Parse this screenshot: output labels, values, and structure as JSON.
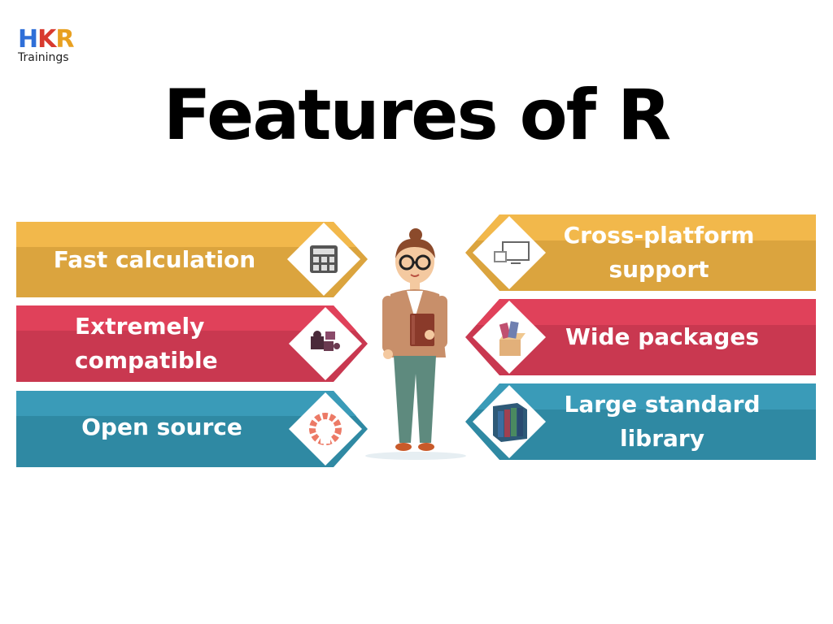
{
  "logo": {
    "letters": [
      "H",
      "K",
      "R"
    ],
    "letter_colors": [
      "#2f6fd8",
      "#d83a2f",
      "#e8a020"
    ],
    "subtitle": "Trainings"
  },
  "title": "Features of R",
  "colors": {
    "yellow": "#f2b84b",
    "yellow_dark": "#dba43e",
    "red": "#e0415a",
    "red_dark": "#c93850",
    "teal": "#3a9bb8",
    "teal_dark": "#2f89a3"
  },
  "features_left": [
    {
      "label": "Fast calculation",
      "icon": "calculator-icon",
      "color": "yellow"
    },
    {
      "label": "Extremely\ncompatible",
      "icon": "puzzle-icon",
      "color": "red"
    },
    {
      "label": "Open source",
      "icon": "open-source-icon",
      "color": "teal"
    }
  ],
  "features_right": [
    {
      "label": "Cross-platform\nsupport",
      "icon": "devices-icon",
      "color": "yellow"
    },
    {
      "label": "Wide packages",
      "icon": "package-box-icon",
      "color": "red"
    },
    {
      "label": "Large standard\nlibrary",
      "icon": "books-icon",
      "color": "teal"
    }
  ],
  "figure": {
    "icon": "teacher-illustration-icon"
  }
}
